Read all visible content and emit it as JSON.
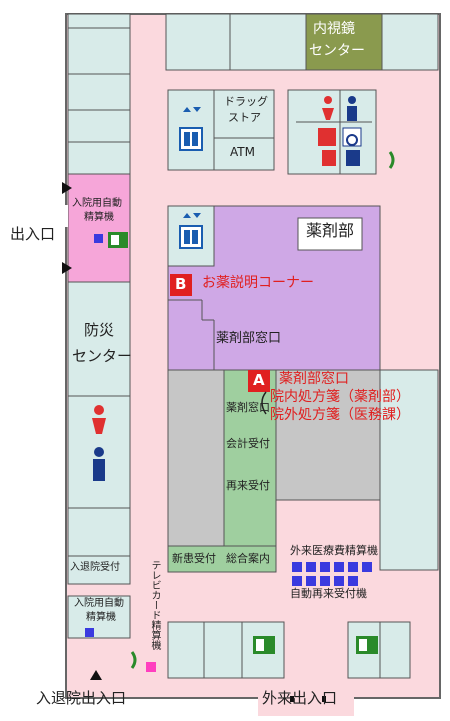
{
  "labels": {
    "endoscopy": [
      "内視鏡",
      "センター"
    ],
    "drugstore": [
      "ドラッグ",
      "ストア"
    ],
    "atm": "ATM",
    "admission_machine_top": [
      "入院用自動",
      "精算機"
    ],
    "entrance_left": "出入口",
    "pharmacy": "薬剤部",
    "b_letter": "B",
    "b_title": "お薬説明コーナー",
    "pharmacy_window": "薬剤部窓口",
    "disaster_center": [
      "防災",
      "センター"
    ],
    "a_letter": "A",
    "a_lines": [
      "薬剤部窓口",
      "院内処方箋（薬剤部）",
      "院外処方箋（医務課）"
    ],
    "counter_pharmacy_window": "薬剤窓口",
    "counter_accounting": "会計受付",
    "counter_revisit": "再来受付",
    "new_patient": "新患受付",
    "general_info": "総合案内",
    "outpatient_machine": "外来医療費精算機",
    "auto_revisit_machine": "自動再来受付機",
    "discharge_desk": "入退院受付",
    "admission_machine_bottom": [
      "入院用自動",
      "精算機"
    ],
    "tv_card": "テレビカード精算機",
    "discharge_entrance": "入退院出入口",
    "outpatient_entrance": "外来出入口"
  },
  "colors": {
    "corridor": "#fbd9de",
    "room": "#d8ebe9",
    "pharmacy": "#cfa8e6",
    "endoscopy": "#8a9a4e",
    "machine_zone": "#f6a6d9",
    "reception": "#9fcf9f",
    "gray": "#c6c6c6",
    "accent_red": "#e02020",
    "machine_blue": "#3a3adf"
  },
  "icons": [
    "elevator-icon",
    "toilet-men-icon",
    "toilet-women-icon",
    "wheelchair-icon",
    "baby-icon",
    "exit-sign-icon",
    "phone-icon",
    "arrow-icon"
  ]
}
